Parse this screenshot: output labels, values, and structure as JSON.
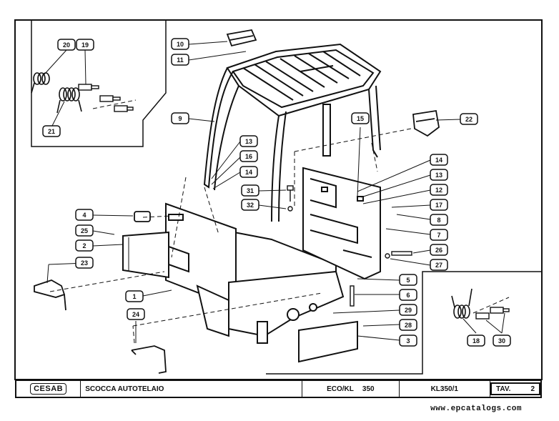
{
  "callouts": [
    {
      "n": "20"
    },
    {
      "n": "19"
    },
    {
      "n": "21"
    },
    {
      "n": "10"
    },
    {
      "n": "11"
    },
    {
      "n": "9"
    },
    {
      "n": "13"
    },
    {
      "n": "16"
    },
    {
      "n": "14"
    },
    {
      "n": "31"
    },
    {
      "n": "32"
    },
    {
      "n": "15"
    },
    {
      "n": "22"
    },
    {
      "n": "14"
    },
    {
      "n": "13"
    },
    {
      "n": "12"
    },
    {
      "n": "17"
    },
    {
      "n": "8"
    },
    {
      "n": "7"
    },
    {
      "n": "26"
    },
    {
      "n": "27"
    },
    {
      "n": "4"
    },
    {
      "n": "25"
    },
    {
      "n": "2"
    },
    {
      "n": "23"
    },
    {
      "n": "1"
    },
    {
      "n": "24"
    },
    {
      "n": "5"
    },
    {
      "n": "6"
    },
    {
      "n": "29"
    },
    {
      "n": "28"
    },
    {
      "n": "3"
    },
    {
      "n": "18"
    },
    {
      "n": "30"
    }
  ],
  "title_block": {
    "brand": "CESAB",
    "title": "SCOCCA AUTOTELAIO",
    "model": "ECO/KL",
    "model_number": "350",
    "drawing_code": "KL350/1",
    "tav_label": "TAV.",
    "tav_number": "2"
  },
  "footer": {
    "url": "www.epcatalogs.com"
  }
}
